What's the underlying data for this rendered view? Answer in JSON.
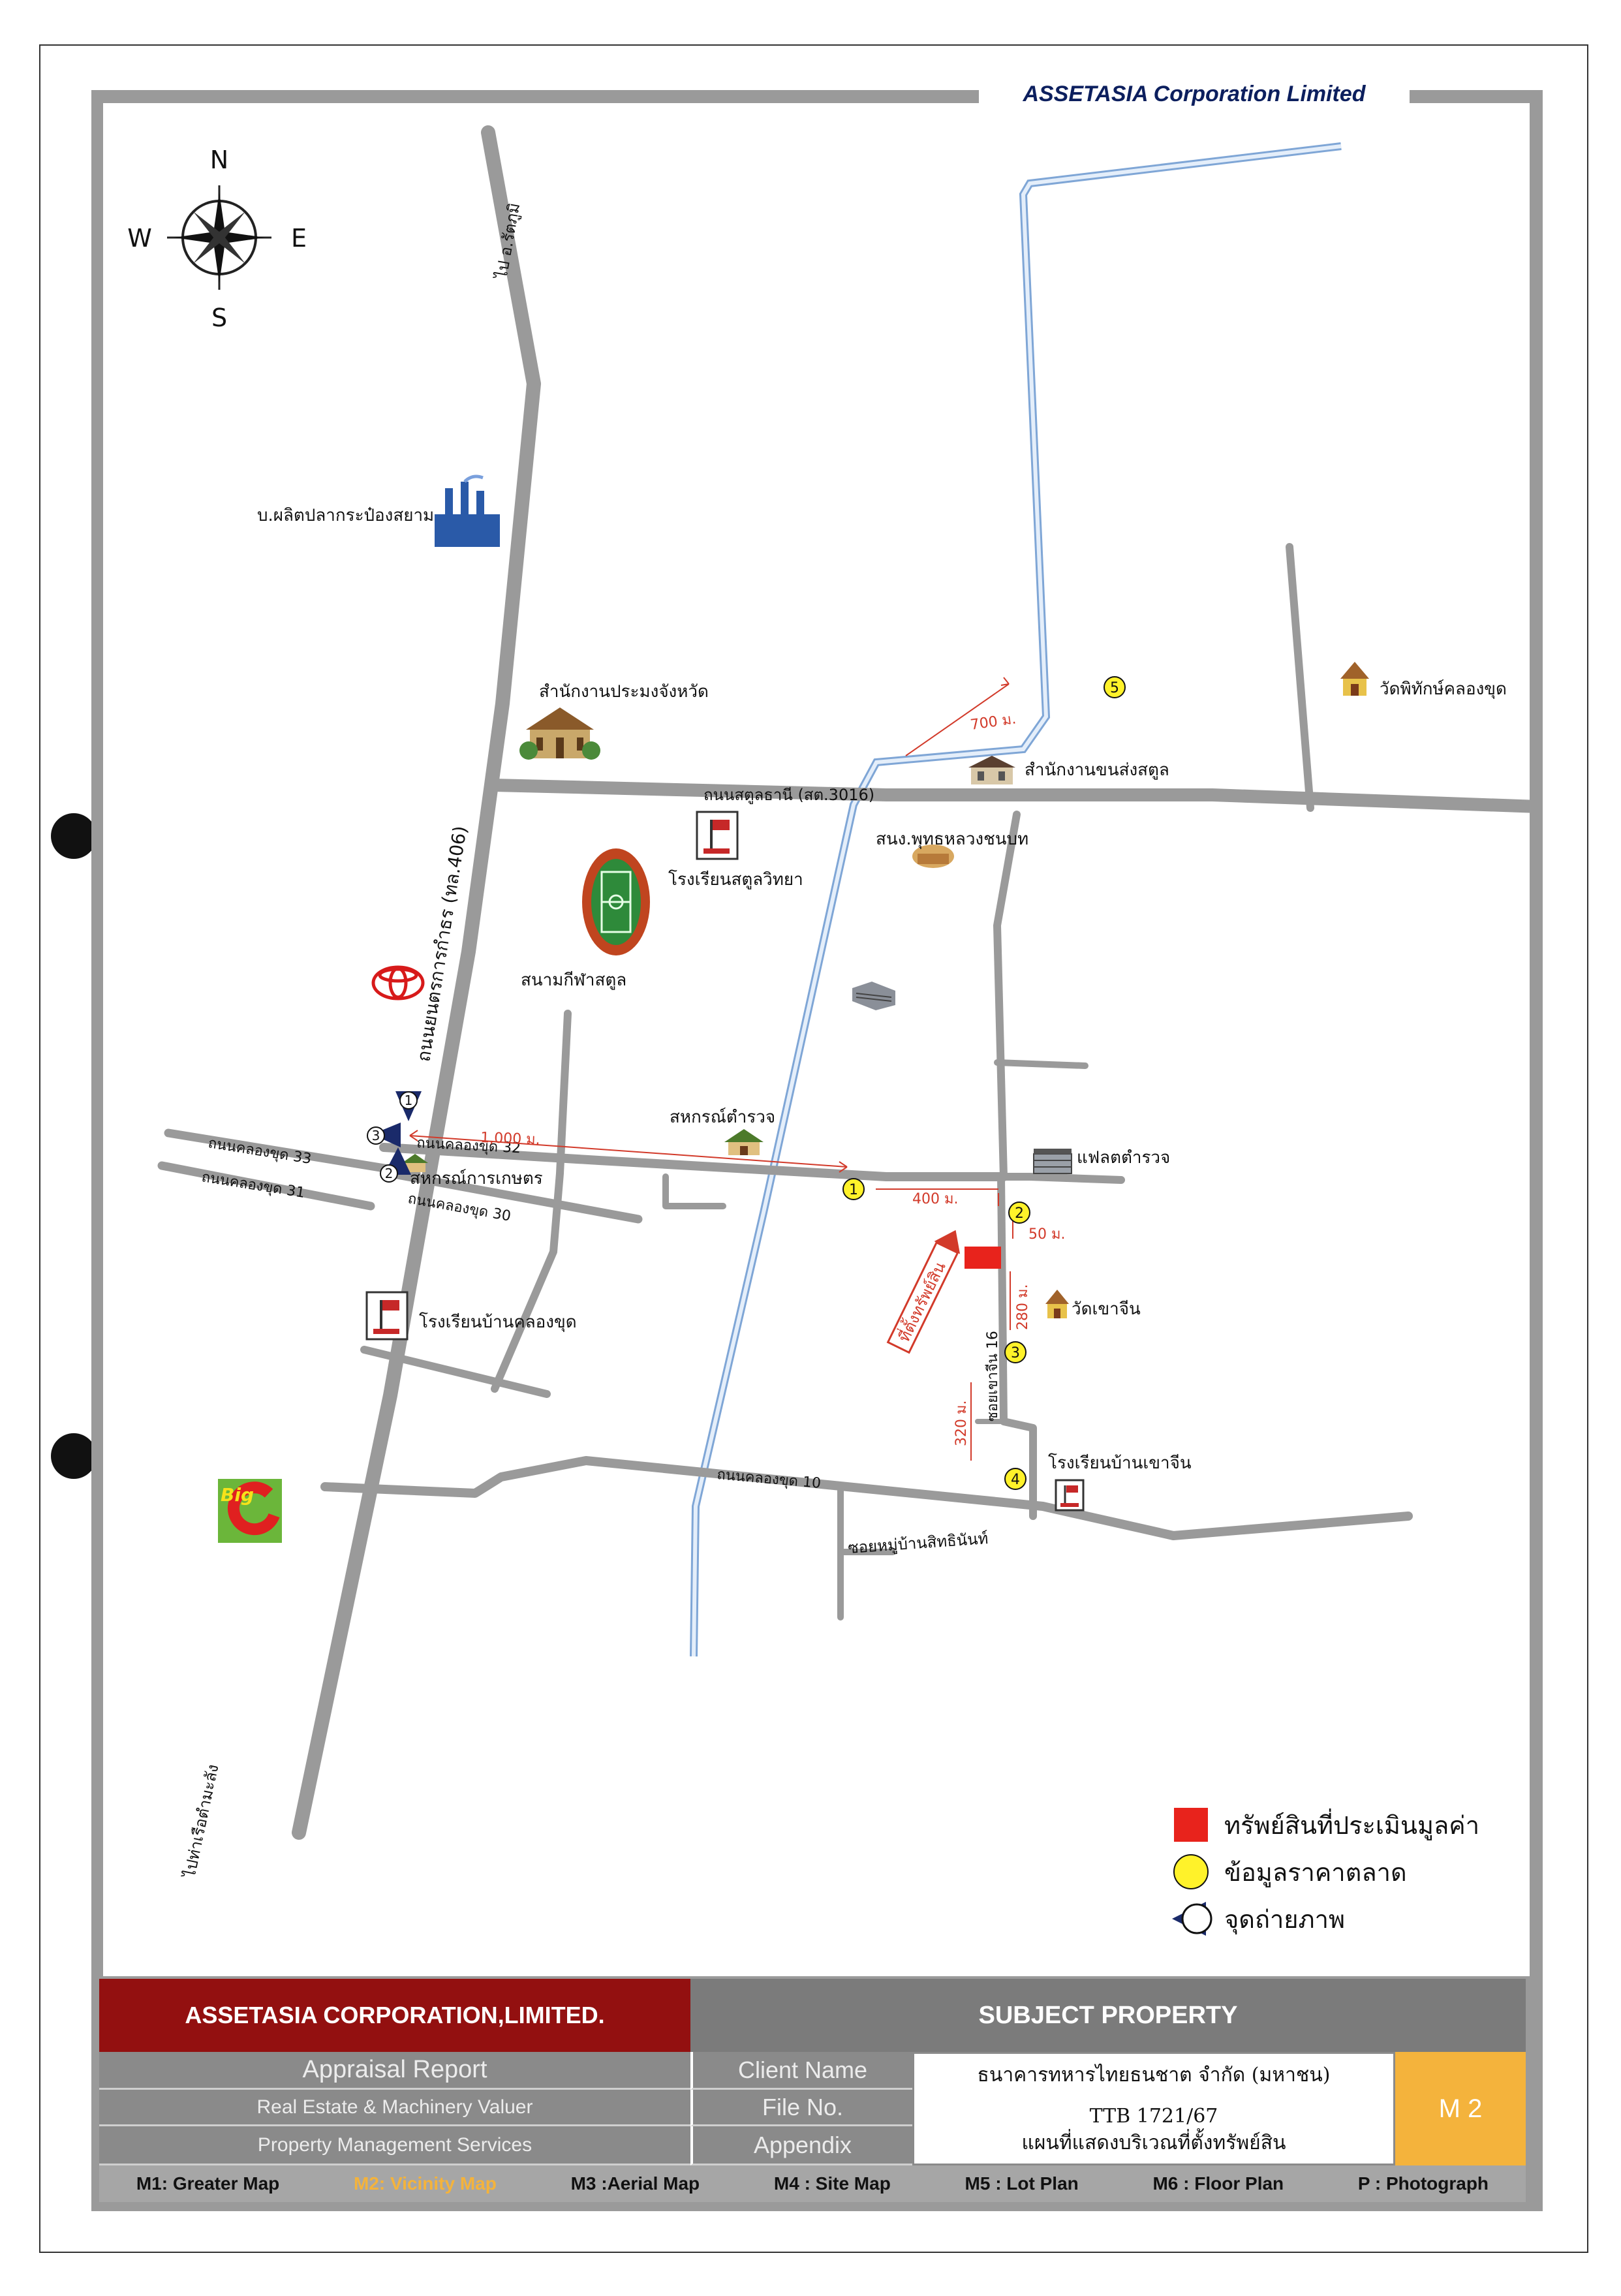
{
  "header": {
    "company_banner": "ASSETASIA Corporation Limited"
  },
  "compass": {
    "n": "N",
    "s": "S",
    "e": "E",
    "w": "W"
  },
  "roads": {
    "highway_406": "ถนนยนตรการกำธร (ทล.406)",
    "to_rattaphum": "ไป อ.รัตภูมิ",
    "to_port": "ไปท่าเรือตำมะลัง",
    "satun_thani": "ถนนสตูลธานี (สต.3016)",
    "khlong_khut_32": "ถนนคลองขุด 32",
    "khlong_khut_33": "ถนนคลองขุด 33",
    "khlong_khut_31": "ถนนคลองขุด 31",
    "khlong_khut_30": "ถนนคลองขุด 30",
    "khlong_khut_10": "ถนนคลองขุด 10",
    "soi_khao_chin_16": "ซอยเขาจีน 16",
    "soi_ban_sitthinan": "ซอยหมู่บ้านสิทธินันท์"
  },
  "landmarks": {
    "cannery": "บ.ผลิตปลากระป๋องสยาม",
    "fisheries_office": "สำนักงานประมงจังหวัด",
    "transport_office": "สำนักงานขนส่งสตูล",
    "wat_phithak": "วัดพิทักษ์คลองขุด",
    "school_satun": "โรงเรียนสตูลวิทยา",
    "stadium": "สนามกีฬาสตูล",
    "pre_school": "สนง.พุทธหลวงชนบท",
    "coop_police": "สหกรณ์ตำรวจ",
    "police_flats": "แฟลตตำรวจ",
    "coop_agri": "สหกรณ์การเกษตร",
    "school_ban_khlong_khut": "โรงเรียนบ้านคลองขุด",
    "wat_khao_chin": "วัดเขาจีน",
    "school_ban_khao_chin": "โรงเรียนบ้านเขาจีน",
    "property_label": "ที่ตั้งทรัพย์สิน",
    "big_c": "Big"
  },
  "distances": {
    "d700": "700 ม.",
    "d1000": "1,000 ม.",
    "d400": "400 ม.",
    "d50": "50 ม.",
    "d280": "280 ม.",
    "d320": "320 ม."
  },
  "market_points": [
    "1",
    "2",
    "3",
    "4",
    "5"
  ],
  "photo_points": [
    "1",
    "2",
    "3"
  ],
  "legend": {
    "subject": "ทรัพย์สินที่ประเมินมูลค่า",
    "market": "ข้อมูลราคาตลาด",
    "photo": "จุดถ่ายภาพ"
  },
  "footer": {
    "company": "ASSETASIA CORPORATION,LIMITED.",
    "section_title": "SUBJECT PROPERTY",
    "service_1": "Appraisal Report",
    "service_2": "Real Estate & Machinery Valuer",
    "service_3": "Property Management Services",
    "label_client": "Client Name",
    "label_file": "File No.",
    "label_appendix": "Appendix",
    "client_name": "ธนาคารทหารไทยธนชาต จำกัด (มหาชน)",
    "file_no": "TTB 1721/67",
    "appendix_desc": "แผนที่แสดงบริเวณที่ตั้งทรัพย์สิน",
    "code": "M 2"
  },
  "nav": {
    "m1": "M1: Greater Map",
    "m2": "M2: Vicinity Map",
    "m3": "M3 :Aerial  Map",
    "m4": "M4 : Site Map",
    "m5": "M5 :  Lot Plan",
    "m6": "M6 : Floor Plan",
    "p": "P : Photograph"
  },
  "colors": {
    "road": "#9a9a9a",
    "canal": "#8fb0d8",
    "subject": "#e8231c",
    "market": "#fff22a",
    "annotation": "#d23a2a",
    "footer_red": "#931010",
    "footer_orange": "#f4b33c"
  }
}
